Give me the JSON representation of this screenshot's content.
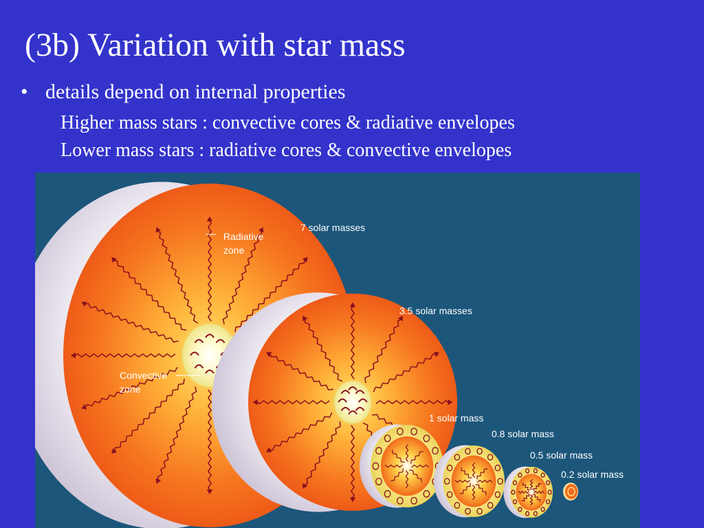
{
  "slide": {
    "title": "(3b)  Variation with star mass",
    "bullet": "details depend on internal properties",
    "lines": [
      "Higher mass stars : convective cores & radiative envelopes",
      "Lower mass stars : radiative cores & convective envelopes"
    ]
  },
  "figure": {
    "labels": {
      "radiative_zone_1": "Radiative",
      "radiative_zone_2": "zone",
      "convective_zone_1": "Convective",
      "convective_zone_2": "zone"
    },
    "stars": [
      {
        "mass_label": "7 solar masses"
      },
      {
        "mass_label": "3.5 solar masses"
      },
      {
        "mass_label": "1 solar mass"
      },
      {
        "mass_label": "0.8 solar mass"
      },
      {
        "mass_label": "0.5 solar mass"
      },
      {
        "mass_label": "0.2 solar mass"
      }
    ],
    "colors": {
      "background": "#1c567a",
      "radiative": "#f26a1b",
      "core": "#fff6b0",
      "shell": "#e8e4ee",
      "arrow": "#8a1020"
    }
  }
}
